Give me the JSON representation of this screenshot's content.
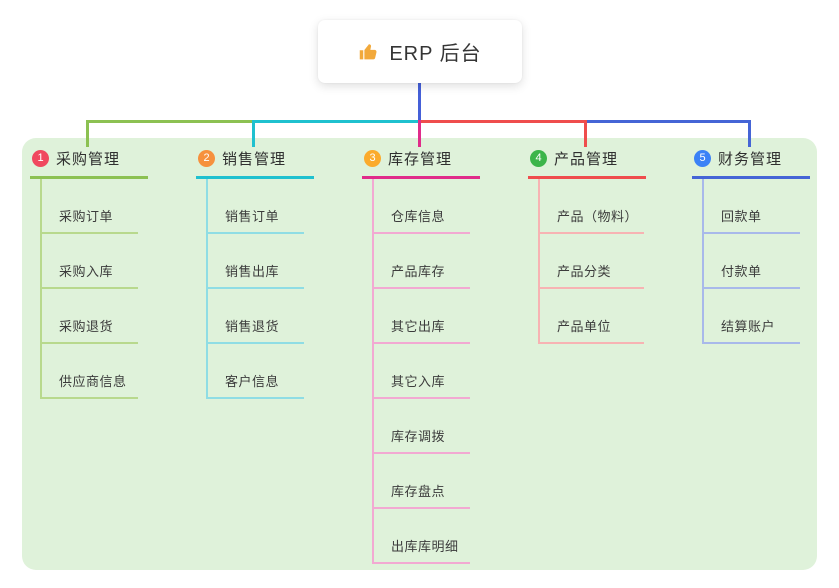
{
  "root": {
    "label": "ERP 后台",
    "icon": "thumbs-up-icon"
  },
  "colors": {
    "panel_background": "#dff2da",
    "root_connector": "#4560d8"
  },
  "branches": [
    {
      "num": "1",
      "label": "采购管理",
      "colors": {
        "main": "#8cc152",
        "light": "#b8d98d",
        "badge": "#f0485e"
      },
      "children": [
        "采购订单",
        "采购入库",
        "采购退货",
        "供应商信息"
      ]
    },
    {
      "num": "2",
      "label": "销售管理",
      "colors": {
        "main": "#1fc1cf",
        "light": "#8fdde4",
        "badge": "#f6913d"
      },
      "children": [
        "销售订单",
        "销售出库",
        "销售退货",
        "客户信息"
      ]
    },
    {
      "num": "3",
      "label": "库存管理",
      "colors": {
        "main": "#e02c8a",
        "light": "#f2a9d2",
        "badge": "#fbab2c"
      },
      "children": [
        "仓库信息",
        "产品库存",
        "其它出库",
        "其它入库",
        "库存调拨",
        "库存盘点",
        "出库库明细"
      ]
    },
    {
      "num": "4",
      "label": "产品管理",
      "colors": {
        "main": "#ef4d4d",
        "light": "#f7b3b3",
        "badge": "#3cb54a"
      },
      "children": [
        "产品（物料）",
        "产品分类",
        "产品单位"
      ]
    },
    {
      "num": "5",
      "label": "财务管理",
      "colors": {
        "main": "#4565d6",
        "light": "#a8b9ea",
        "badge": "#3b82f6"
      },
      "children": [
        "回款单",
        "付款单",
        "结算账户"
      ]
    }
  ]
}
